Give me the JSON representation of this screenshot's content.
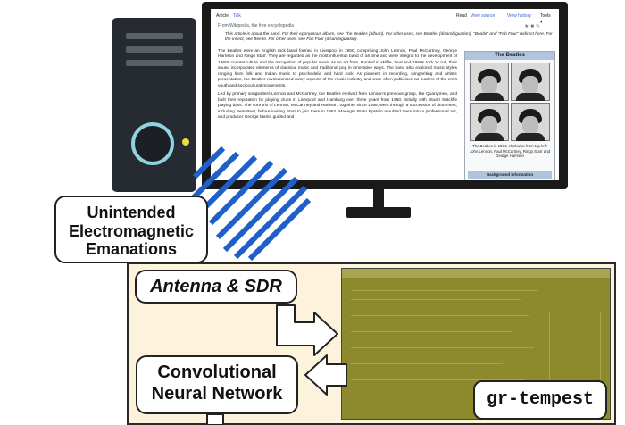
{
  "labels": {
    "emanations": "Unintended Electromagnetic Emanations",
    "antenna": "Antenna & SDR",
    "cnn": "Convolutional Neural Network",
    "tempest": "gr-tempest"
  },
  "wiki": {
    "tabs": {
      "article": "Article",
      "talk": "Talk",
      "read": "Read",
      "view_source": "View source",
      "view_history": "View history",
      "tools": "Tools ▾"
    },
    "from": "From Wikipedia, the free encyclopedia",
    "hatnote": "This article is about the band. For their eponymous album, see The Beatles (album). For other uses, see Beatles (disambiguation). \"Beatle\" and \"Fab Four\" redirect here. For the insect, see Beetle. For other uses, see Fab Four (disambiguation).",
    "paragraphs": [
      "The Beatles were an English rock band formed in Liverpool in 1960, comprising John Lennon, Paul McCartney, George Harrison and Ringo Starr. They are regarded as the most influential band of all time and were integral to the development of 1960s counterculture and the recognition of popular music as an art form. Rooted in skiffle, beat and 1950s rock 'n' roll, their sound incorporated elements of classical music and traditional pop in innovative ways. The band also explored music styles ranging from folk and Indian music to psychedelia and hard rock. As pioneers in recording, songwriting and artistic presentation, the Beatles revolutionised many aspects of the music industry and were often publicised as leaders of the era's youth and sociocultural movements.",
      "Led by primary songwriters Lennon and McCartney, the Beatles evolved from Lennon's previous group, the Quarrymen, and built their reputation by playing clubs in Liverpool and Hamburg over three years from 1960, initially with Stuart Sutcliffe playing bass. The core trio of Lennon, McCartney and Harrison, together since 1958, went through a succession of drummers, including Pete Best, before inviting Starr to join them in 1962. Manager Brian Epstein moulded them into a professional act, and producer George Martin guided and"
    ],
    "infobox": {
      "title": "The Beatles",
      "caption": "The Beatles in 1964; clockwise from top left: John Lennon, Paul McCartney, Ringo Starr and George Harrison",
      "section": "Background information"
    }
  },
  "colors": {
    "panel": "#fdf2dc",
    "wave": "#1f5fc8",
    "capture": "#8c8a2c",
    "fan_ring": "#8fd3dd"
  }
}
